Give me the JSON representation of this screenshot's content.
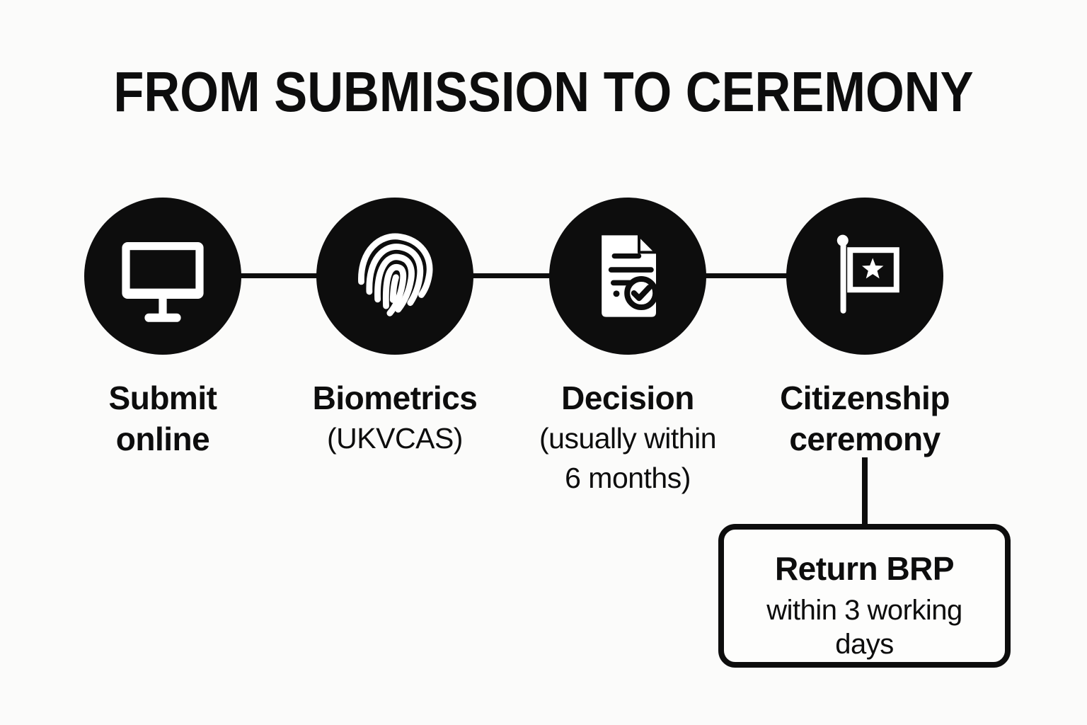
{
  "title": "FROM SUBMISSION TO CEREMONY",
  "colors": {
    "ink": "#0d0d0d",
    "background": "#fbfbfa",
    "icon_fill": "#ffffff"
  },
  "flow": {
    "steps": [
      {
        "icon": "monitor-icon",
        "label_line1": "Submit",
        "label_line2": "online"
      },
      {
        "icon": "fingerprint-icon",
        "label_line1": "Biometrics",
        "sub_line1": "(UKVCAS)"
      },
      {
        "icon": "document-check-icon",
        "label_line1": "Decision",
        "sub_line1": "(usually within",
        "sub_line2": "6 months)"
      },
      {
        "icon": "flag-icon",
        "label_line1": "Citizenship",
        "label_line2": "ceremony"
      }
    ]
  },
  "callout": {
    "title": "Return BRP",
    "subtitle": "within 3 working days"
  }
}
